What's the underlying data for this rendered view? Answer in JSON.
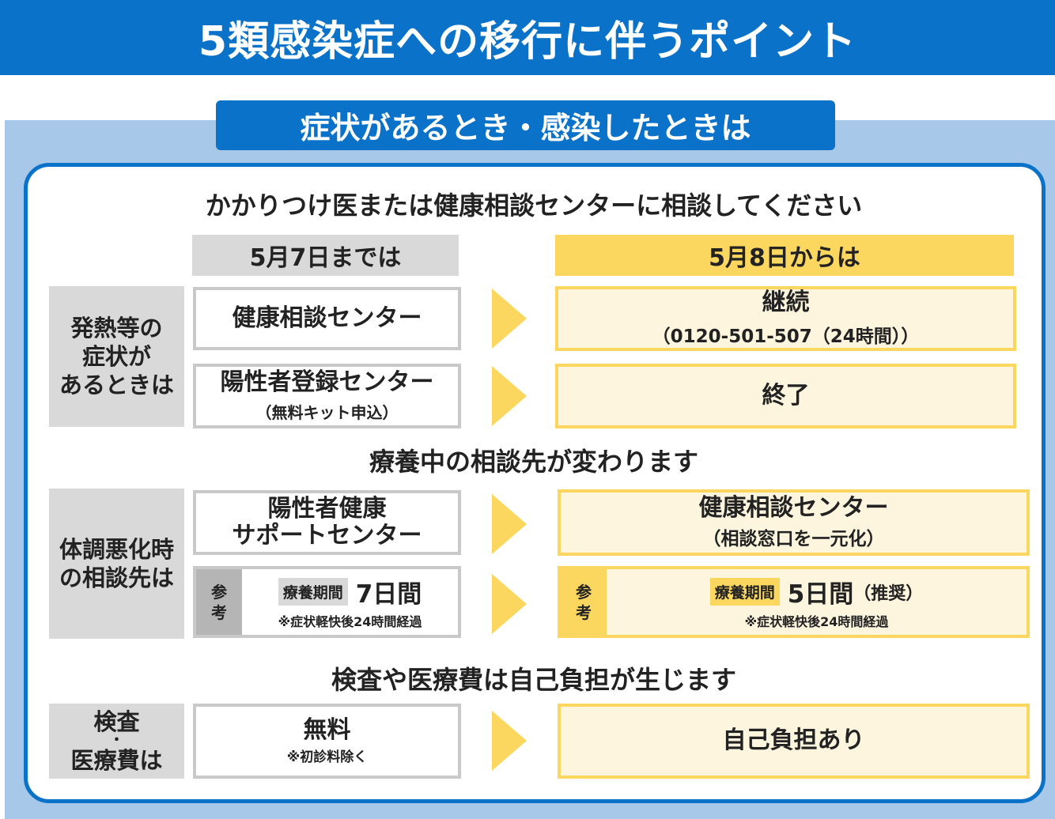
{
  "header": {
    "title": "5類感染症への移行に伴うポイント"
  },
  "section": {
    "title": "症状があるとき・感染したときは"
  },
  "block1": {
    "heading": "かかりつけ医または健康相談センターに相談してください",
    "col_before": "5月7日までは",
    "col_after": "5月8日からは",
    "row_label": [
      "発熱等の",
      "症状が",
      "あるときは"
    ],
    "row1": {
      "before": "健康相談センター",
      "after_main": "継続",
      "after_sub": "（0120-501-507（24時間））"
    },
    "row2": {
      "before_main": "陽性者登録センター",
      "before_sub": "（無料キット申込）",
      "after": "終了"
    }
  },
  "block2": {
    "heading": "療養中の相談先が変わります",
    "row_label": [
      "体調悪化時",
      "の相談先は"
    ],
    "row1": {
      "before_line1": "陽性者健康",
      "before_line2": "サポートセンター",
      "after_main": "健康相談センター",
      "after_sub": "（相談窓口を一元化）"
    },
    "row2": {
      "ref_label_1": "参",
      "ref_label_2": "考",
      "tag": "療養期間",
      "before_period": "7日間",
      "after_period": "5日間",
      "after_suffix": "（推奨）",
      "note": "※症状軽快後24時間経過"
    }
  },
  "block3": {
    "heading": "検査や医療費は自己負担が生じます",
    "row_label": [
      "検査",
      "・",
      "医療費は"
    ],
    "before_main": "無料",
    "before_sub": "※初診料除く",
    "after": "自己負担あり"
  }
}
